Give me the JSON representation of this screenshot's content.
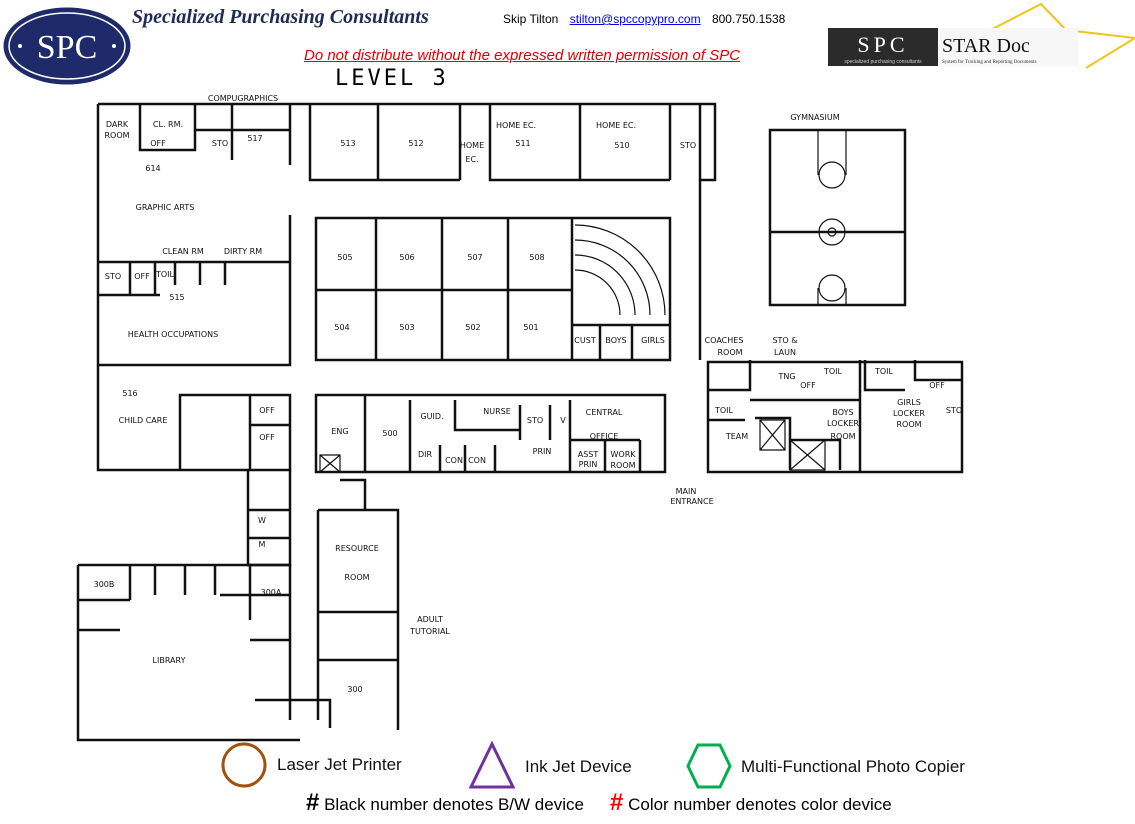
{
  "header": {
    "logo_text": "SPC",
    "company": "Specialized Purchasing Consultants",
    "contact_name": "Skip Tilton",
    "contact_email": "stilton@spccopypro.com",
    "contact_phone": "800.750.1538",
    "warning": "Do not distribute without the expressed written permission of SPC",
    "star_logo_spc": "SPC",
    "star_logo_sub": "specialized purchasing consultants",
    "star_logo_title": "STAR Doc",
    "star_logo_tagline": "System for Tracking and Reporting Documents"
  },
  "plan": {
    "title": "LEVEL 3",
    "rooms": [
      "COMPUGRAPHICS",
      "DARK",
      "ROOM",
      "CL. RM.",
      "OFF",
      "STO",
      "517",
      "513",
      "512",
      "HOME",
      "EC.",
      "511",
      "HOME EC.",
      "HOME EC.",
      "510",
      "STO",
      "GYMNASIUM",
      "614",
      "GRAPHIC ARTS",
      "CLEAN RM",
      "DIRTY RM",
      "STO",
      "OFF",
      "TOIL",
      "515",
      "HEALTH OCCUPATIONS",
      "505",
      "506",
      "507",
      "508",
      "504",
      "503",
      "502",
      "501",
      "CUST",
      "BOYS",
      "GIRLS",
      "COACHES",
      "ROOM",
      "STO &",
      "LAUN",
      "TNG",
      "OFF",
      "TOIL",
      "TOIL",
      "OFF",
      "STO",
      "GIRLS",
      "LOCKER",
      "ROOM",
      "BOYS",
      "LOCKER",
      "ROOM",
      "TOIL",
      "TEAM",
      "516",
      "CHILD CARE",
      "OFF",
      "OFF",
      "ENG",
      "500",
      "GUID.",
      "NURSE",
      "STO",
      "V",
      "CENTRAL",
      "OFFICE",
      "DIR",
      "CON",
      "CON",
      "PRIN",
      "ASST",
      "PRIN",
      "WORK",
      "ROOM",
      "MAIN",
      "ENTRANCE",
      "W",
      "M",
      "RESOURCE",
      "ROOM",
      "300B",
      "300A",
      "ADULT",
      "TUTORIAL",
      "LIBRARY",
      "300"
    ]
  },
  "legend": {
    "items": [
      {
        "label": "Laser Jet Printer",
        "shape": "circle",
        "color": "#a0520f"
      },
      {
        "label": "Ink Jet Device",
        "shape": "triangle",
        "color": "#7030a0"
      },
      {
        "label": "Multi-Functional Photo Copier",
        "shape": "hexagon",
        "color": "#00b050"
      }
    ],
    "bw_symbol": "#",
    "bw_note": "Black number denotes B/W device",
    "color_symbol": "#",
    "color_note": "Color number denotes color device",
    "color_symbol_color": "#ff0000"
  }
}
